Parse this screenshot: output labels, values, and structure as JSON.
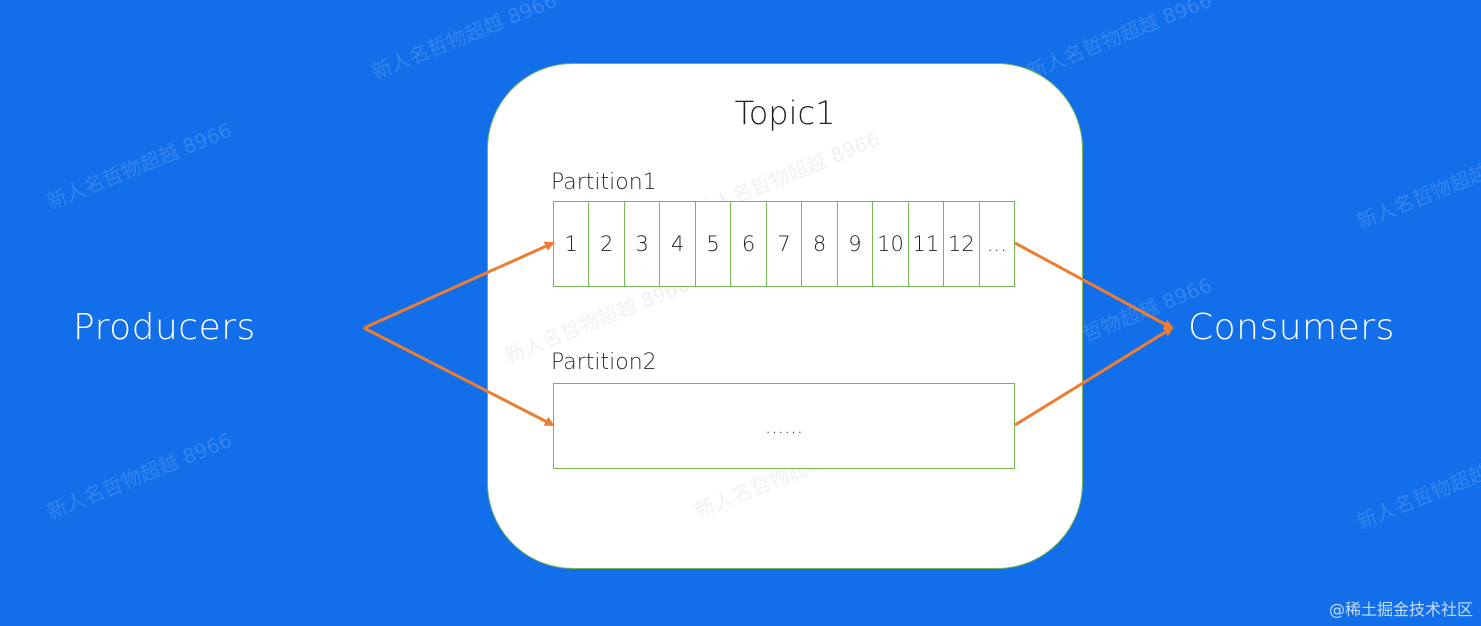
{
  "diagram": {
    "producers_label": "Producers",
    "consumers_label": "Consumers",
    "topic_title": "Topic1",
    "partition1": {
      "label": "Partition1",
      "cells": [
        "1",
        "2",
        "3",
        "4",
        "5",
        "6",
        "7",
        "8",
        "9",
        "10",
        "11",
        "12",
        "..."
      ]
    },
    "partition2": {
      "label": "Partition2",
      "content": "......"
    }
  },
  "watermark": {
    "text": "新人名哲物超越 8966",
    "credit": "@稀土掘金技术社区"
  },
  "colors": {
    "background": "#126fe9",
    "topic_fill": "#ffffff",
    "border_green": "#77b756",
    "arrow_orange": "#ed7d31"
  }
}
